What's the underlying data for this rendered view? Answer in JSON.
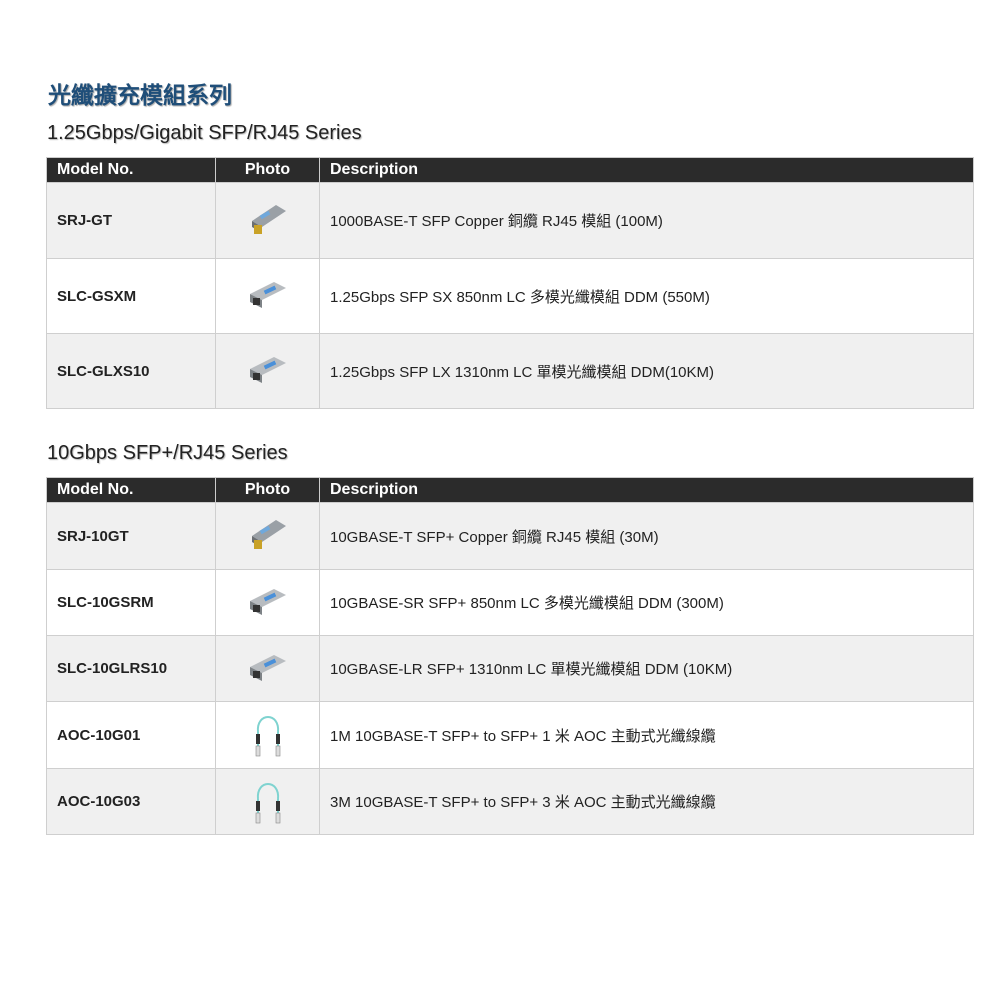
{
  "title": "光纖擴充模組系列",
  "headers": {
    "model": "Model No.",
    "photo": "Photo",
    "description": "Description"
  },
  "sections": [
    {
      "heading": "1.25Gbps/Gigabit SFP/RJ45 Series",
      "rows": [
        {
          "model": "SRJ-GT",
          "photo": "sfp-copper-module",
          "description": "1000BASE-T SFP Copper 銅纜 RJ45 模組 (100M)"
        },
        {
          "model": "SLC-GSXM",
          "photo": "sfp-fiber-module",
          "description": "1.25Gbps SFP SX 850nm LC 多模光纖模組 DDM (550M)"
        },
        {
          "model": "SLC-GLXS10",
          "photo": "sfp-fiber-module",
          "description": "1.25Gbps SFP LX 1310nm LC 單模光纖模組 DDM(10KM)"
        }
      ]
    },
    {
      "heading": "10Gbps SFP+/RJ45 Series",
      "rows": [
        {
          "model": "SRJ-10GT",
          "photo": "sfp-copper-module",
          "description": "10GBASE-T SFP+ Copper 銅纜 RJ45 模組 (30M)"
        },
        {
          "model": "SLC-10GSRM",
          "photo": "sfp-fiber-module",
          "description": "10GBASE-SR SFP+ 850nm LC 多模光纖模組 DDM (300M)"
        },
        {
          "model": "SLC-10GLRS10",
          "photo": "sfp-fiber-module",
          "description": "10GBASE-LR SFP+ 1310nm LC 單模光纖模組 DDM (10KM)"
        },
        {
          "model": "AOC-10G01",
          "photo": "aoc-cable",
          "description": "1M 10GBASE-T SFP+ to SFP+ 1 米 AOC 主動式光纖線纜"
        },
        {
          "model": "AOC-10G03",
          "photo": "aoc-cable",
          "description": "3M 10GBASE-T SFP+ to SFP+ 3 米 AOC 主動式光纖線纜"
        }
      ]
    }
  ]
}
